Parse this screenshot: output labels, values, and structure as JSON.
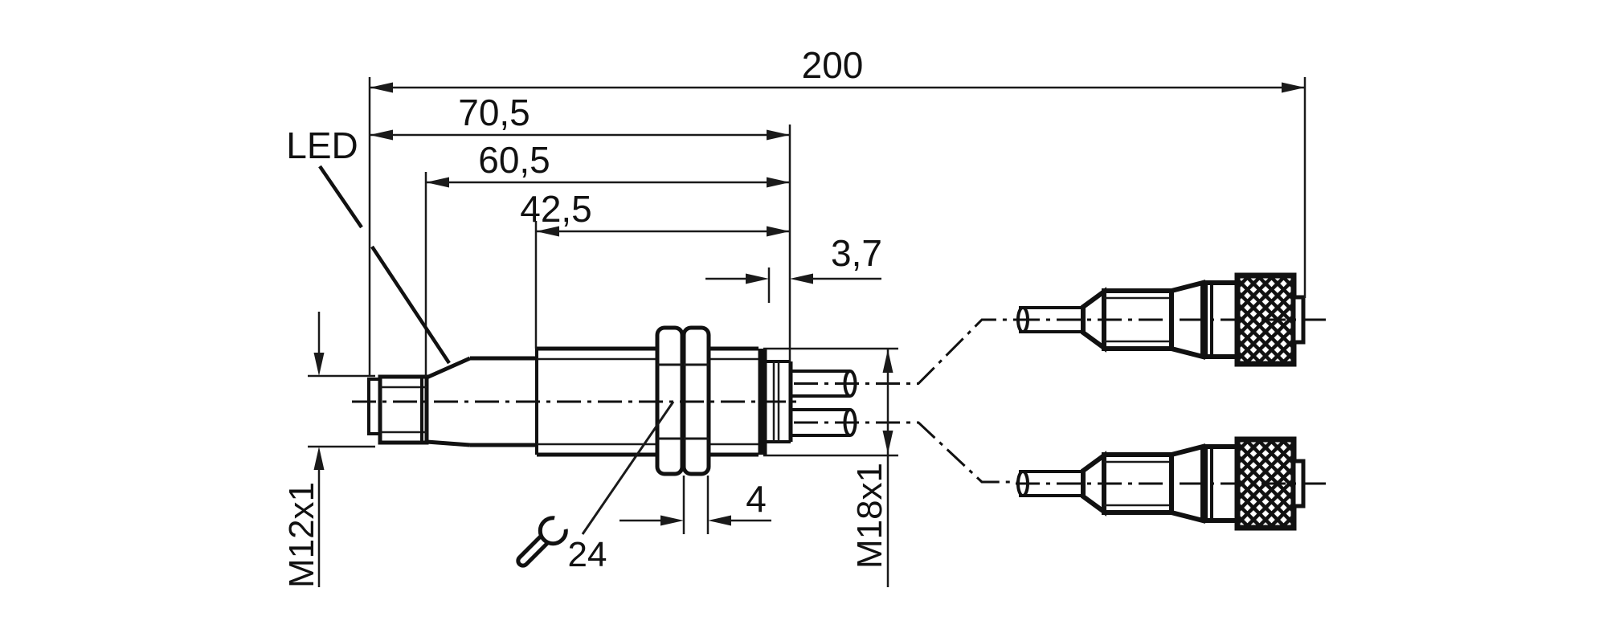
{
  "labels": {
    "led": "LED",
    "dim_total": "200",
    "dim_70_5": "70,5",
    "dim_60_5": "60,5",
    "dim_42_5": "42,5",
    "dim_3_7": "3,7",
    "dim_nut": "4",
    "wrench_size": "24",
    "thread_front": "M12x1",
    "thread_body": "M18x1"
  },
  "colors": {
    "line": "#1a1a1a",
    "background": "#ffffff"
  }
}
